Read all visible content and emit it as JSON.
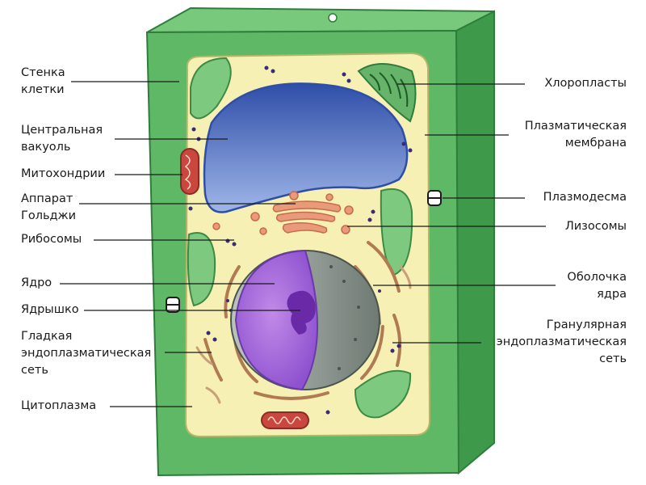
{
  "labels": {
    "cell_wall": "Стенка\nклетки",
    "central_vacuole": "Центральная\nвакуоль",
    "mitochondria": "Митохондрии",
    "golgi": "Аппарат\nГольджи",
    "ribosomes": "Рибосомы",
    "nucleus": "Ядро",
    "nucleolus": "Ядрышко",
    "smooth_er": "Гладкая\nэндоплазматическая\nсеть",
    "cytoplasm": "Цитоплазма",
    "chloroplasts": "Хлоропласты",
    "plasma_membrane": "Плазматическая\nмембрана",
    "plasmodesma": "Плазмодесма",
    "lysosomes": "Лизосомы",
    "nuclear_envelope": "Оболочка\nядра",
    "rough_er": "Гранулярная\nэндоплазматическая\nсеть"
  },
  "colors": {
    "cell_wall": "#5fb866",
    "cell_wall_dark": "#2f7d3c",
    "cytoplasm": "#f7f0b4",
    "vacuole": "#5a78c8",
    "nucleus": "#a86ad8",
    "nucleolus": "#6a2aa8",
    "chloroplast": "#7cc97f",
    "mitochondria": "#c9473f",
    "golgi": "#e89a7a",
    "er": "#b07a52",
    "ribosome": "#3a2a7a"
  }
}
